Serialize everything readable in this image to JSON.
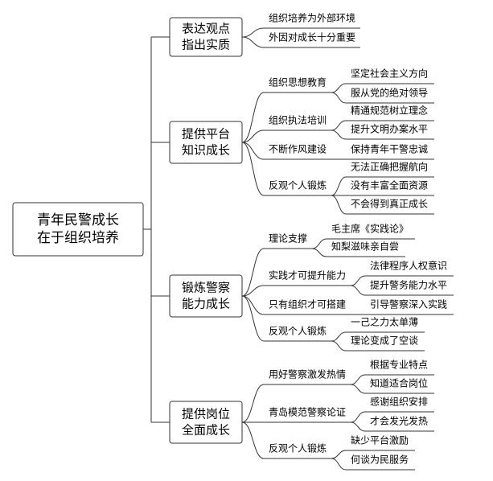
{
  "root": {
    "lines": [
      "青年民警成长",
      "在于组织培养"
    ]
  },
  "branches": [
    {
      "lines": [
        "表达观点",
        "指出实质"
      ],
      "items": [
        {
          "label": "组织培养为外部环境",
          "children": []
        },
        {
          "label": "外因对成长十分重要",
          "children": []
        }
      ]
    },
    {
      "lines": [
        "提供平台",
        "知识成长"
      ],
      "items": [
        {
          "label": "组织思想教育",
          "children": [
            "坚定社会主义方向",
            "服从党的绝对领导"
          ]
        },
        {
          "label": "组织执法培训",
          "children": [
            "精通规范树立理念",
            "提升文明办案水平"
          ]
        },
        {
          "label": "不断作风建设",
          "children": [
            "保持青年干警忠诚"
          ]
        },
        {
          "label": "反观个人锻炼",
          "children": [
            "无法正确把握航向",
            "没有丰富全面资源",
            "不会得到真正成长"
          ]
        }
      ]
    },
    {
      "lines": [
        "锻炼警察",
        "能力成长"
      ],
      "items": [
        {
          "label": "理论支撑",
          "children": [
            "毛主席《实践论》",
            "知梨滋味亲自尝"
          ]
        },
        {
          "label": "实践才可提升能力",
          "children": [
            "法律程序人权意识",
            "提升警务能力水平"
          ]
        },
        {
          "label": "只有组织才可搭建",
          "children": [
            "引导警察深入实践"
          ]
        },
        {
          "label": "反观个人锻炼",
          "children": [
            "一己之力太单薄",
            "理论变成了空谈"
          ]
        }
      ]
    },
    {
      "lines": [
        "提供岗位",
        "全面成长"
      ],
      "items": [
        {
          "label": "用好警察激发热情",
          "children": [
            "根据专业特点",
            "知道适合岗位"
          ]
        },
        {
          "label": "青岛模范警察论证",
          "children": [
            "感谢组织安排",
            "才会发光发热"
          ]
        },
        {
          "label": "反观个人锻炼",
          "children": [
            "缺少平台激励",
            "何谈为民服务"
          ]
        }
      ]
    }
  ]
}
